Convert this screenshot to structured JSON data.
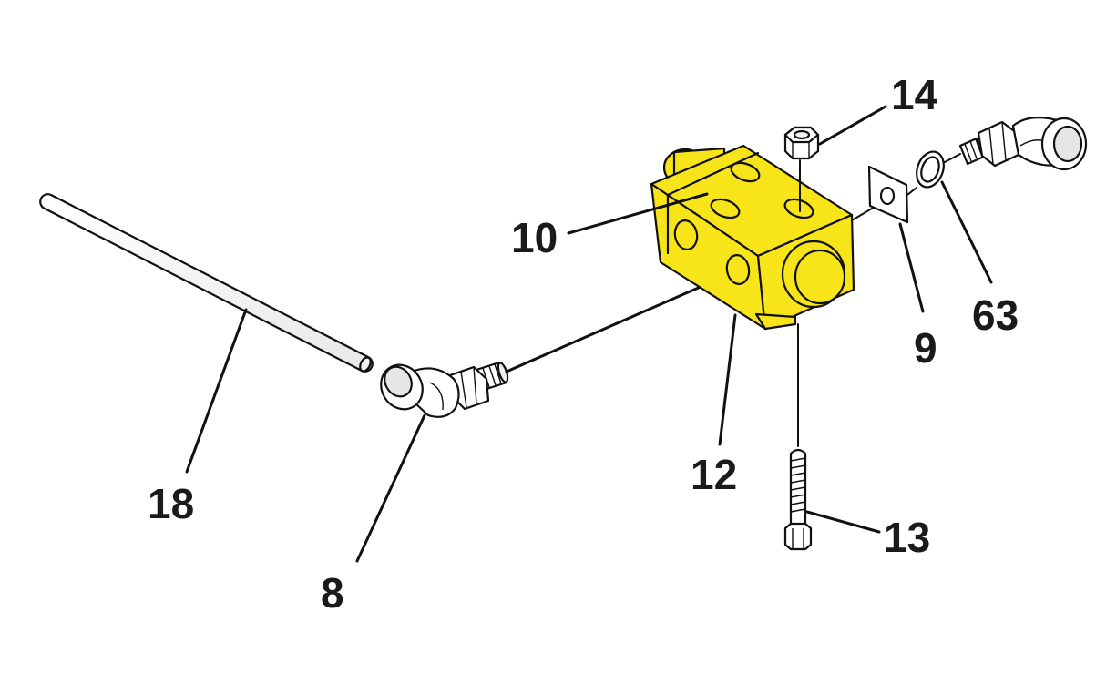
{
  "colors": {
    "valve_body": "#f7e51a",
    "valve_shadow": "#e6d20c",
    "outline": "#111111",
    "part_fill": "#ffffff",
    "part_shade": "#d9d9d9"
  },
  "callouts": {
    "c14": "14",
    "c10": "10",
    "c9": "9",
    "c63": "63",
    "c12": "12",
    "c18": "18",
    "c8": "8",
    "c13": "13"
  },
  "parts": [
    {
      "ref": "8",
      "icon": "elbow-fitting-icon"
    },
    {
      "ref": "9",
      "icon": "gasket-plate-icon"
    },
    {
      "ref": "10",
      "icon": "valve-body-icon"
    },
    {
      "ref": "12",
      "icon": "valve-body-port-icon"
    },
    {
      "ref": "13",
      "icon": "cap-screw-icon"
    },
    {
      "ref": "14",
      "icon": "hex-nut-icon"
    },
    {
      "ref": "18",
      "icon": "tube-icon"
    },
    {
      "ref": "63",
      "icon": "o-ring-icon"
    }
  ]
}
